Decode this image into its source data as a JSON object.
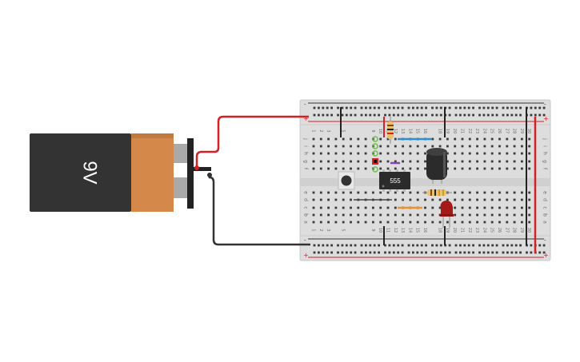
{
  "battery": {
    "label": "9V"
  },
  "chip": {
    "label": "555"
  },
  "breadboard": {
    "row_letters_top": [
      "j",
      "i",
      "h",
      "g",
      "f"
    ],
    "row_letters_bottom": [
      "e",
      "d",
      "c",
      "b",
      "a"
    ],
    "column_numbers": [
      "1",
      "2",
      "3",
      "4",
      "5",
      "6",
      "7",
      "8",
      "9",
      "10",
      "11",
      "12",
      "13",
      "14",
      "15",
      "16",
      "17",
      "18",
      "19",
      "20",
      "21",
      "22",
      "23",
      "24",
      "25",
      "26",
      "27",
      "28",
      "29",
      "30"
    ],
    "rail_plus": "+",
    "rail_minus": "-"
  },
  "colors": {
    "wire_positive": "#d42027",
    "wire_negative": "#333333",
    "wire_blue": "#2b8fd6",
    "wire_orange": "#f0922b",
    "wire_purple": "#8a3fb3",
    "wire_black": "#222222",
    "breadboard_body": "#dddddd",
    "battery_body": "#333333",
    "battery_cap": "#d4884a",
    "led": "#a51919",
    "capacitor": "#2b2b2b"
  }
}
